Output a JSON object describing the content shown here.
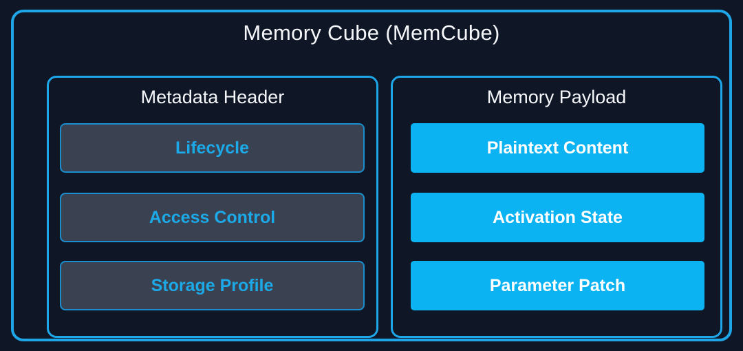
{
  "title": "Memory Cube (MemCube)",
  "colors": {
    "background": "#0f1726",
    "border_blue": "#1ea6e8",
    "chip_gray_fill": "#3a4150",
    "chip_gray_border": "#1b8ecf",
    "chip_gray_text": "#1ca9e8",
    "chip_cyan_fill": "#0cb3f2",
    "chip_cyan_text": "#ffffff",
    "heading_text": "#f5f7fa"
  },
  "sections": [
    {
      "title": "Metadata Header",
      "items": [
        {
          "label": "Lifecycle"
        },
        {
          "label": "Access Control"
        },
        {
          "label": "Storage Profile"
        }
      ]
    },
    {
      "title": "Memory Payload",
      "items": [
        {
          "label": "Plaintext Content"
        },
        {
          "label": "Activation State"
        },
        {
          "label": "Parameter Patch"
        }
      ]
    }
  ]
}
